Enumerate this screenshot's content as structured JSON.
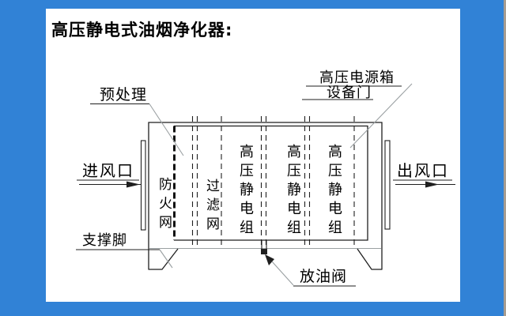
{
  "slide": {
    "title": "高压静电式油烟净化器:"
  },
  "diagram": {
    "callouts": {
      "pretreatment": "预处理",
      "hv_power_box": "高压电源箱",
      "equipment_door": "设备门",
      "air_inlet": "进风口",
      "air_outlet": "出风口",
      "support_foot": "支撑脚",
      "oil_drain_valve": "放油阀"
    },
    "sections": {
      "fireproof_net": "防火网",
      "filter_net": "过滤网",
      "hv_electrostatic_module": "高压静电组"
    },
    "colors": {
      "slide_background": "#3182d6",
      "slide_surface": "#ffffff",
      "line_dark": "#1f1f1f",
      "line_light": "#9aa0a2",
      "text": "#000000"
    }
  }
}
